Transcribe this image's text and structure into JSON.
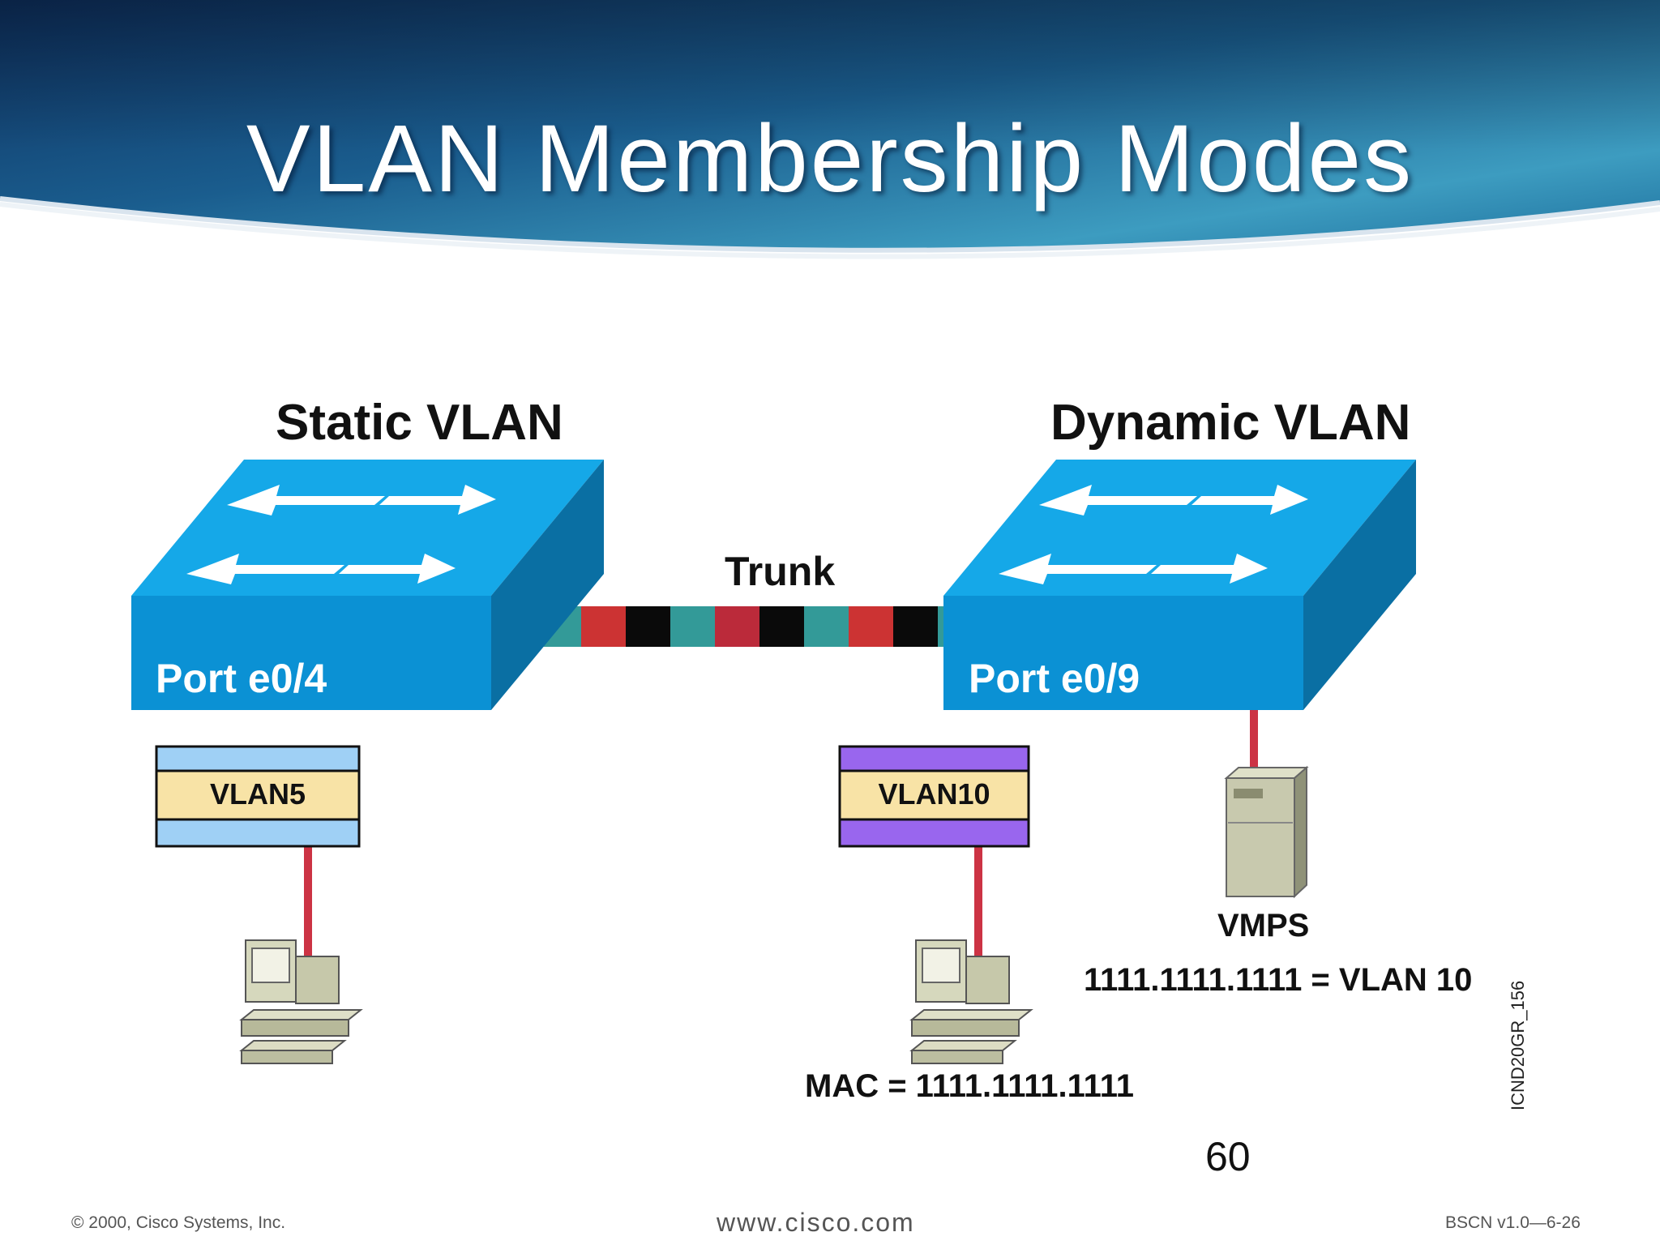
{
  "title": "VLAN Membership Modes",
  "static": {
    "heading": "Static VLAN",
    "port": "Port e0/4",
    "vlan": "VLAN5"
  },
  "dynamic": {
    "heading": "Dynamic VLAN",
    "port": "Port e0/9",
    "vlan": "VLAN10"
  },
  "trunk": "Trunk",
  "server": {
    "label": "VMPS",
    "mapping": "1111.1111.1111 = VLAN 10"
  },
  "mac": "MAC = 1111.1111.1111",
  "side_code": "ICND20GR_156",
  "page_number": "60",
  "footer": {
    "copyright": "© 2000, Cisco Systems, Inc.",
    "website": "www.cisco.com",
    "course": "BSCN v1.0—6-26"
  },
  "colors": {
    "switch_top": "#15a8e8",
    "switch_front": "#0b91d4",
    "switch_side": "#0a6fa3",
    "trunk_teal": "#339a98",
    "trunk_red": "#cc3333",
    "link_red": "#cc3344",
    "vlan5_band": "#9fd0f5",
    "vlan10_band": "#9966ee",
    "vlan_label": "#f8e3a6"
  }
}
